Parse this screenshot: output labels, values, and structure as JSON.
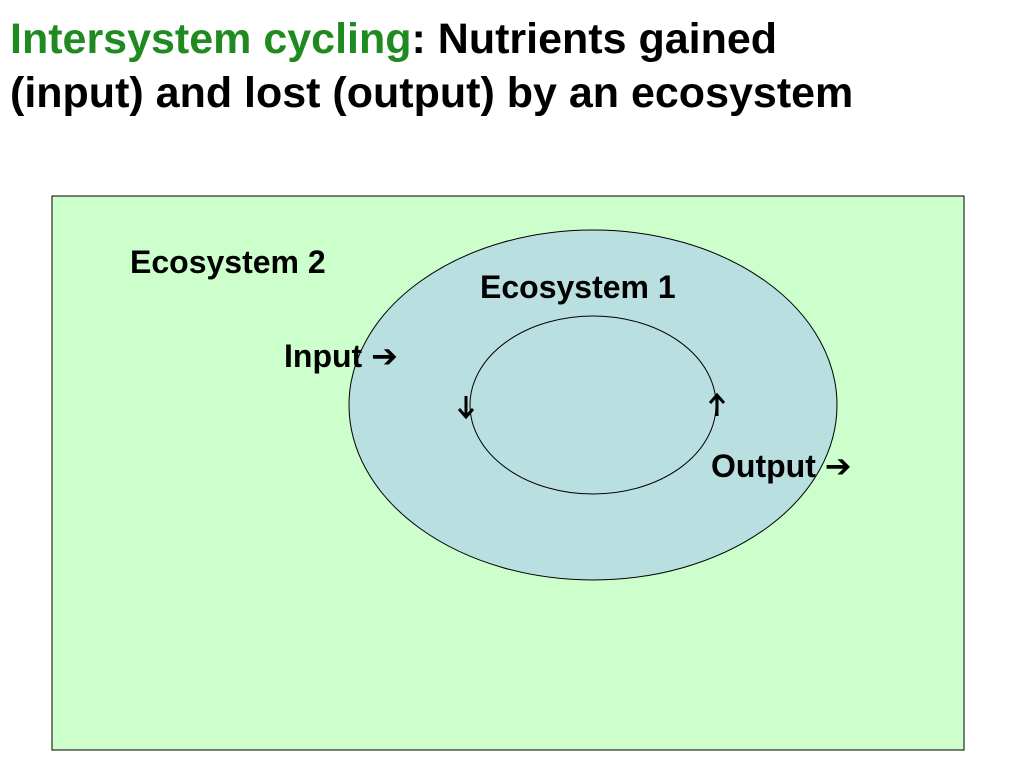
{
  "title": {
    "highlight": "Intersystem cycling",
    "rest_line1": ": Nutrients gained",
    "rest_line2": "(input) and lost (output) by an ecosystem"
  },
  "diagram": {
    "outer_label": "Ecosystem 2",
    "inner_label": "Ecosystem 1",
    "input_label": "Input",
    "output_label": "Output",
    "right_arrow_glyph": "➔",
    "down_arrow_glyph": "🡣",
    "up_arrow_glyph": "🡡",
    "colors": {
      "ecosystem2_fill": "#ccffcc",
      "ecosystem1_fill": "#b9dfe0",
      "title_accent": "#1f8a1f",
      "stroke": "#000000"
    }
  }
}
